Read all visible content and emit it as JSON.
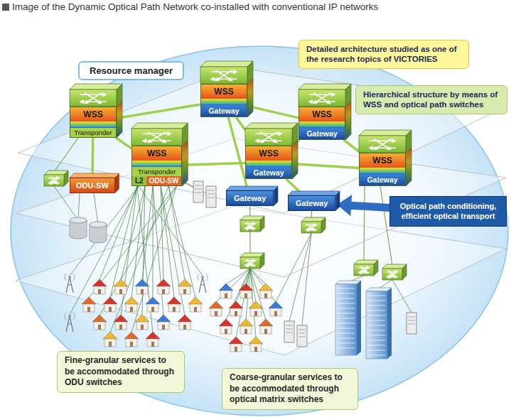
{
  "diagram": {
    "title": "Image of the Dynamic Optical Path Network co-installed with conventional IP networks",
    "nodes": [
      {
        "text": [
          "Resource manager"
        ]
      },
      {
        "text": [
          "Detailed architecture studied as one of the research topics of VICTORIES"
        ]
      },
      {
        "text": [
          "Hierarchical structure by means of WSS and optical path switches"
        ]
      },
      {
        "text": [
          "WSS",
          "Gateway"
        ]
      },
      {
        "text": [
          "WSS",
          "Gateway"
        ]
      },
      {
        "text": [
          "WSS",
          "Transponder"
        ]
      },
      {
        "text": [
          "WSS",
          "Transponder",
          "L2",
          "ODU-SW"
        ]
      },
      {
        "text": [
          "WSS",
          "Gateway"
        ]
      },
      {
        "text": [
          "WSS",
          "Gateway"
        ]
      },
      {
        "text": [
          "ODU-SW"
        ]
      },
      {
        "text": [
          "Gateway"
        ]
      },
      {
        "text": [
          "Gateway"
        ]
      },
      {
        "text": [
          "Optical path conditioning, efficient optical transport"
        ]
      },
      {
        "text": [
          "Fine-granular services to be accommodated through ODU switches"
        ]
      },
      {
        "text": [
          "Coarse-granular services to be accommodated through optical matrix switches"
        ]
      }
    ],
    "edges": [
      {
        "from": 5,
        "to": 6,
        "arrow": "none"
      },
      {
        "from": 5,
        "to": 3,
        "arrow": "none"
      },
      {
        "from": 3,
        "to": 4,
        "arrow": "none"
      },
      {
        "from": 3,
        "to": 7,
        "arrow": "none"
      },
      {
        "from": 4,
        "to": 8,
        "arrow": "none"
      },
      {
        "from": 6,
        "to": 7,
        "arrow": "none"
      },
      {
        "from": 7,
        "to": 8,
        "arrow": "none"
      },
      {
        "from": 4,
        "to": 7,
        "arrow": "none"
      },
      {
        "from": 5,
        "to": 9,
        "arrow": "none"
      },
      {
        "from": 3,
        "to": 10,
        "arrow": "none"
      },
      {
        "from": 7,
        "to": 11,
        "arrow": "none"
      },
      {
        "from": 12,
        "to": 11,
        "arrow": "to"
      }
    ]
  }
}
